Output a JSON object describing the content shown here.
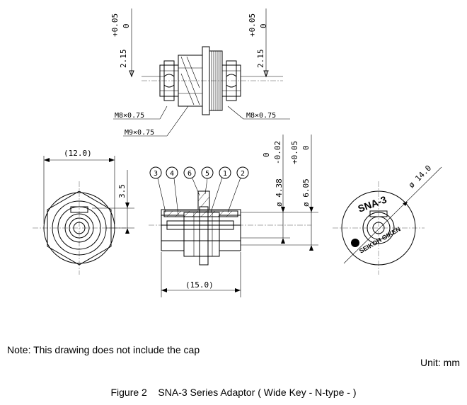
{
  "top_view": {
    "dim_left": "2.15",
    "dim_left_tol_upper": "+0.05",
    "dim_left_tol_lower": "0",
    "dim_right": "2.15",
    "dim_right_tol_upper": "+0.05",
    "dim_right_tol_lower": "0",
    "thread_left": "M8×0.75",
    "thread_mid": "M9×0.75",
    "thread_right": "M8×0.75"
  },
  "front_view": {
    "width_dim": "(12.0)",
    "height_dim": "3.5"
  },
  "section_view": {
    "parts": [
      "3",
      "4",
      "6",
      "5",
      "1",
      "2"
    ],
    "length_dim": "(15.0)",
    "bore_dim": "ø 4.38",
    "bore_tol_upper": "0",
    "bore_tol_lower": "-0.02",
    "outer_dim": "ø 6.05",
    "outer_tol_upper": "+0.05",
    "outer_tol_lower": "0"
  },
  "side_view": {
    "diameter_dim": "ø 14.0",
    "brand_model": "SNA-3",
    "brand_name": "SEIKOH GIKEN"
  },
  "note": "Note: This drawing does not include the cap",
  "unit": "Unit: mm",
  "caption": "Figure 2    SNA-3 Series Adaptor ( Wide Key - N-type - )"
}
